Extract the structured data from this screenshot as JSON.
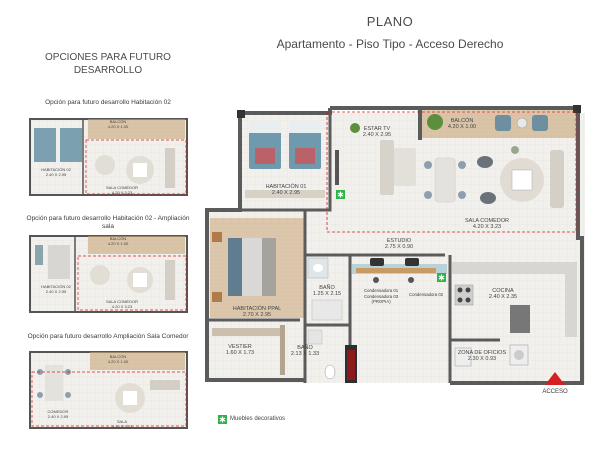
{
  "title": {
    "line1": "PLANO",
    "line2": "Apartamento - Piso Tipo - Acceso Derecho"
  },
  "options_heading": "OPCIONES PARA FUTURO DESARROLLO",
  "options": [
    {
      "caption": "Opción para futuro desarrollo Habitación 02",
      "rooms": [
        {
          "name": "BALCÓN",
          "dim": "4.20 X 1.00"
        },
        {
          "name": "HABITACIÓN 02",
          "dim": "2.40 X 2.95"
        },
        {
          "name": "SALA COMEDOR",
          "dim": "4.20 X 3.23"
        }
      ]
    },
    {
      "caption": "Opción para futuro desarrollo Habitación 02 - Ampliación sala",
      "rooms": [
        {
          "name": "BALCÓN",
          "dim": "4.20 X 1.00"
        },
        {
          "name": "HABITACIÓN 02",
          "dim": "2.40 X 2.95"
        },
        {
          "name": "SALA COMEDOR",
          "dim": "4.20 X 3.23"
        }
      ]
    },
    {
      "caption": "Opción para futuro desarrollo Ampliación Sala Comedor",
      "rooms": [
        {
          "name": "BALCÓN",
          "dim": "4.20 X 1.00"
        },
        {
          "name": "COMEDOR",
          "dim": "2.40 X 2.95"
        },
        {
          "name": "SALA",
          "dim": "4.20 X 3.23"
        }
      ]
    }
  ],
  "rooms": {
    "estar_tv": {
      "name": "ESTAR TV",
      "dim": "2.40 X 2.95"
    },
    "balcon": {
      "name": "BALCÓN",
      "dim": "4.20 X 1.00"
    },
    "habitacion01": {
      "name": "HABITACIÓN 01",
      "dim": "2.40 X 2.95"
    },
    "sala_comedor": {
      "name": "SALA COMEDOR",
      "dim": "4.20 X 3.23"
    },
    "estudio": {
      "name": "ESTUDIO",
      "dim": "2.75 X 0.90"
    },
    "bano1": {
      "name": "BAÑO",
      "dim": "1.25 X 2.15"
    },
    "cocina": {
      "name": "COCINA",
      "dim": "2.40 X 2.35"
    },
    "habitacion_ppal": {
      "name": "HABITACIÓN PPAL",
      "dim": "2.70 X 2.95"
    },
    "vestier": {
      "name": "VESTIER",
      "dim": "1.60 X 1.73"
    },
    "bano2": {
      "name": "BAÑO",
      "dim": "2.13 X 1.33"
    },
    "zona_oficios": {
      "name": "ZONA DE OFICIOS",
      "dim": "2.30 X 0.93"
    }
  },
  "condensadoras": {
    "c1": "Condensadora 01",
    "c3": "Condensadora 03",
    "c3sub": "(PROPIA)",
    "c2": "Condensadora 02"
  },
  "access_label": "ACCESO",
  "legend_label": "Muebles decorativos",
  "colors": {
    "wall": "#5b5b5b",
    "floor": "#f1efea",
    "wood": "#c9a77e",
    "accent_red": "#d42020",
    "plant_green": "#5c8f3c",
    "legend_green": "#2fb44a"
  }
}
